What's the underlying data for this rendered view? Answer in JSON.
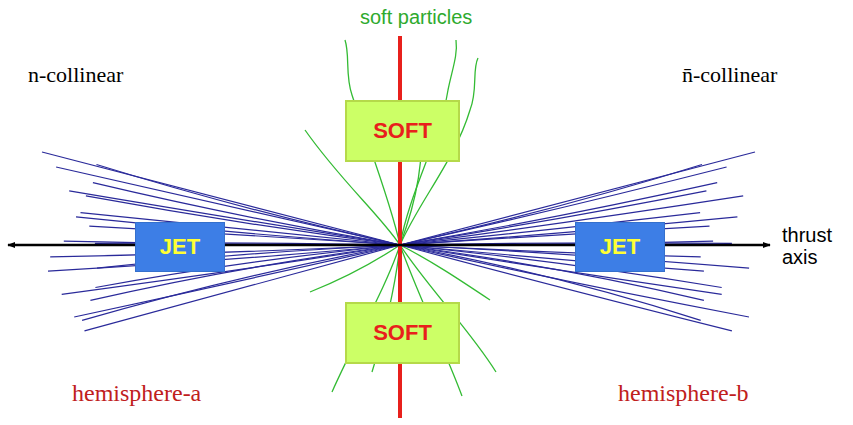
{
  "diagram": {
    "nodes": [
      {
        "text": [
          "SOFT"
        ]
      },
      {
        "text": [
          "JET"
        ]
      },
      {
        "text": [
          "JET"
        ]
      },
      {
        "text": [
          "SOFT"
        ]
      }
    ],
    "labels": [
      "soft particles",
      "n-collinear",
      "n̄-collinear",
      "thrust axis",
      "hemisphere-a",
      "hemisphere-b"
    ]
  }
}
